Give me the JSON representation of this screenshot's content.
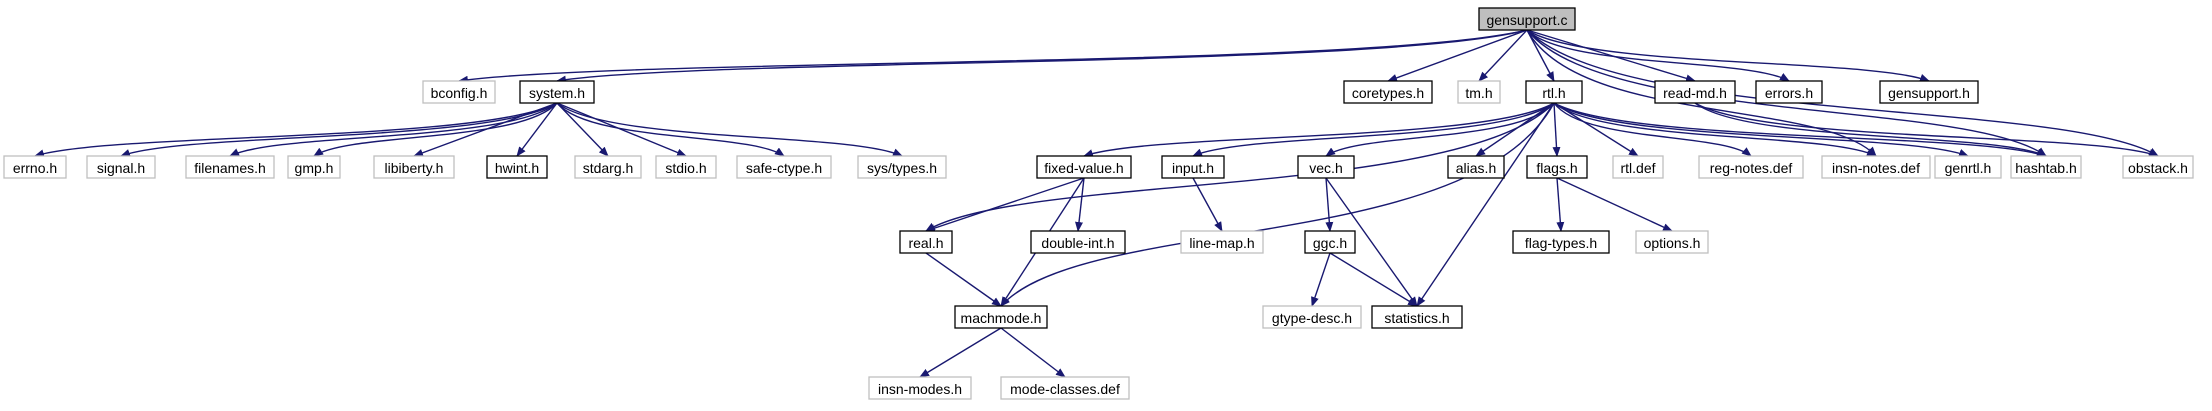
{
  "colors": {
    "edge": "#191970",
    "box_border_linked": "#000000",
    "box_border_external": "#bfbfbf",
    "root_fill": "#bfbfbf",
    "box_fill": "#ffffff"
  },
  "nodes": [
    {
      "id": "gensupport_c",
      "label": "gensupport.c",
      "style": "root"
    },
    {
      "id": "bconfig_h",
      "label": "bconfig.h",
      "style": "external"
    },
    {
      "id": "system_h",
      "label": "system.h",
      "style": "linked"
    },
    {
      "id": "coretypes_h",
      "label": "coretypes.h",
      "style": "linked"
    },
    {
      "id": "tm_h",
      "label": "tm.h",
      "style": "external"
    },
    {
      "id": "rtl_h",
      "label": "rtl.h",
      "style": "linked"
    },
    {
      "id": "read_md_h",
      "label": "read-md.h",
      "style": "linked"
    },
    {
      "id": "errors_h",
      "label": "errors.h",
      "style": "linked"
    },
    {
      "id": "gensupport_h",
      "label": "gensupport.h",
      "style": "linked"
    },
    {
      "id": "errno_h",
      "label": "errno.h",
      "style": "external"
    },
    {
      "id": "signal_h",
      "label": "signal.h",
      "style": "external"
    },
    {
      "id": "filenames_h",
      "label": "filenames.h",
      "style": "external"
    },
    {
      "id": "gmp_h",
      "label": "gmp.h",
      "style": "external"
    },
    {
      "id": "libiberty_h",
      "label": "libiberty.h",
      "style": "external"
    },
    {
      "id": "hwint_h",
      "label": "hwint.h",
      "style": "linked"
    },
    {
      "id": "stdarg_h",
      "label": "stdarg.h",
      "style": "external"
    },
    {
      "id": "stdio_h",
      "label": "stdio.h",
      "style": "external"
    },
    {
      "id": "safe_ctype_h",
      "label": "safe-ctype.h",
      "style": "external"
    },
    {
      "id": "sys_types_h",
      "label": "sys/types.h",
      "style": "external"
    },
    {
      "id": "fixed_value_h",
      "label": "fixed-value.h",
      "style": "linked"
    },
    {
      "id": "input_h",
      "label": "input.h",
      "style": "linked"
    },
    {
      "id": "vec_h",
      "label": "vec.h",
      "style": "linked"
    },
    {
      "id": "alias_h",
      "label": "alias.h",
      "style": "linked"
    },
    {
      "id": "flags_h",
      "label": "flags.h",
      "style": "linked"
    },
    {
      "id": "rtl_def",
      "label": "rtl.def",
      "style": "external"
    },
    {
      "id": "reg_notes_def",
      "label": "reg-notes.def",
      "style": "external"
    },
    {
      "id": "insn_notes_def",
      "label": "insn-notes.def",
      "style": "external"
    },
    {
      "id": "genrtl_h",
      "label": "genrtl.h",
      "style": "external"
    },
    {
      "id": "hashtab_h",
      "label": "hashtab.h",
      "style": "external"
    },
    {
      "id": "obstack_h",
      "label": "obstack.h",
      "style": "external"
    },
    {
      "id": "real_h",
      "label": "real.h",
      "style": "linked"
    },
    {
      "id": "double_int_h",
      "label": "double-int.h",
      "style": "linked"
    },
    {
      "id": "line_map_h",
      "label": "line-map.h",
      "style": "external"
    },
    {
      "id": "ggc_h",
      "label": "ggc.h",
      "style": "linked"
    },
    {
      "id": "flag_types_h",
      "label": "flag-types.h",
      "style": "linked"
    },
    {
      "id": "options_h",
      "label": "options.h",
      "style": "external"
    },
    {
      "id": "machmode_h",
      "label": "machmode.h",
      "style": "linked"
    },
    {
      "id": "gtype_desc_h",
      "label": "gtype-desc.h",
      "style": "external"
    },
    {
      "id": "statistics_h",
      "label": "statistics.h",
      "style": "linked"
    },
    {
      "id": "insn_modes_h",
      "label": "insn-modes.h",
      "style": "external"
    },
    {
      "id": "mode_classes_def",
      "label": "mode-classes.def",
      "style": "external"
    }
  ],
  "edges": [
    [
      "gensupport_c",
      "bconfig_h"
    ],
    [
      "gensupport_c",
      "system_h"
    ],
    [
      "gensupport_c",
      "coretypes_h"
    ],
    [
      "gensupport_c",
      "tm_h"
    ],
    [
      "gensupport_c",
      "rtl_h"
    ],
    [
      "gensupport_c",
      "read_md_h"
    ],
    [
      "gensupport_c",
      "errors_h"
    ],
    [
      "gensupport_c",
      "gensupport_h"
    ],
    [
      "gensupport_c",
      "obstack_h"
    ],
    [
      "gensupport_c",
      "hashtab_h"
    ],
    [
      "gensupport_c",
      "insn_notes_def"
    ],
    [
      "system_h",
      "errno_h"
    ],
    [
      "system_h",
      "signal_h"
    ],
    [
      "system_h",
      "filenames_h"
    ],
    [
      "system_h",
      "gmp_h"
    ],
    [
      "system_h",
      "libiberty_h"
    ],
    [
      "system_h",
      "hwint_h"
    ],
    [
      "system_h",
      "stdarg_h"
    ],
    [
      "system_h",
      "stdio_h"
    ],
    [
      "system_h",
      "safe_ctype_h"
    ],
    [
      "system_h",
      "sys_types_h"
    ],
    [
      "rtl_h",
      "real_h"
    ],
    [
      "rtl_h",
      "fixed_value_h"
    ],
    [
      "rtl_h",
      "input_h"
    ],
    [
      "rtl_h",
      "vec_h"
    ],
    [
      "rtl_h",
      "alias_h"
    ],
    [
      "rtl_h",
      "flags_h"
    ],
    [
      "rtl_h",
      "rtl_def"
    ],
    [
      "rtl_h",
      "reg_notes_def"
    ],
    [
      "rtl_h",
      "insn_notes_def"
    ],
    [
      "rtl_h",
      "genrtl_h"
    ],
    [
      "rtl_h",
      "hashtab_h"
    ],
    [
      "rtl_h",
      "machmode_h"
    ],
    [
      "rtl_h",
      "statistics_h"
    ],
    [
      "read_md_h",
      "obstack_h"
    ],
    [
      "read_md_h",
      "hashtab_h"
    ],
    [
      "fixed_value_h",
      "real_h"
    ],
    [
      "fixed_value_h",
      "double_int_h"
    ],
    [
      "fixed_value_h",
      "machmode_h"
    ],
    [
      "real_h",
      "machmode_h"
    ],
    [
      "input_h",
      "line_map_h"
    ],
    [
      "vec_h",
      "ggc_h"
    ],
    [
      "vec_h",
      "statistics_h"
    ],
    [
      "ggc_h",
      "gtype_desc_h"
    ],
    [
      "ggc_h",
      "statistics_h"
    ],
    [
      "flags_h",
      "flag_types_h"
    ],
    [
      "flags_h",
      "options_h"
    ],
    [
      "machmode_h",
      "insn_modes_h"
    ],
    [
      "machmode_h",
      "mode_classes_def"
    ]
  ]
}
